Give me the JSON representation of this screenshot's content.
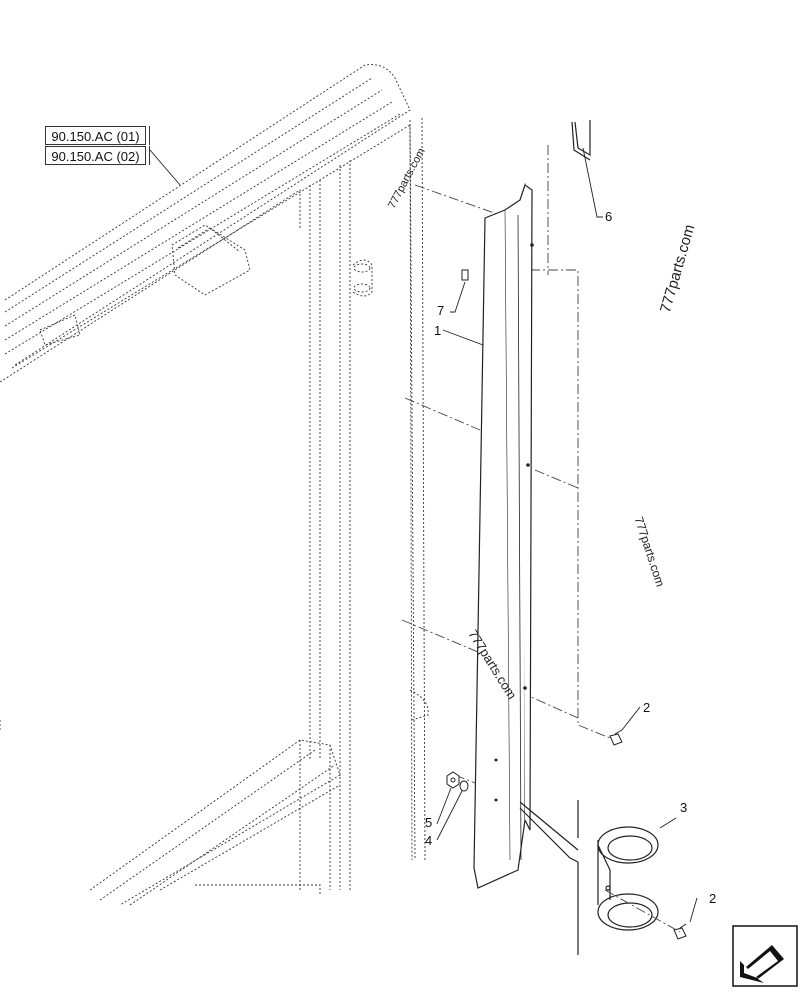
{
  "references": [
    "90.150.AC (01)",
    "90.150.AC (02)"
  ],
  "callouts": {
    "c1": "1",
    "c2a": "2",
    "c2b": "2",
    "c3": "3",
    "c4": "4",
    "c5": "5",
    "c6": "6",
    "c7": "7"
  },
  "watermarks": {
    "w1": "777parts.com",
    "w2": "777parts.com",
    "w3": "777parts.com",
    "w4": "777parts.com"
  },
  "icons": {
    "nav": "next-page-arrow-icon"
  }
}
